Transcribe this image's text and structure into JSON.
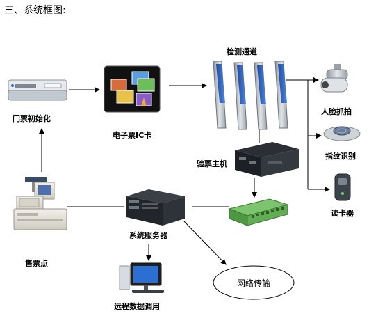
{
  "heading": "三、系统框图:",
  "nodes": {
    "ticket_init": "门票初始化",
    "e_ticket": "电子票IC卡",
    "check_channel": "检测通道",
    "face_capture": "人脸抓拍",
    "fingerprint": "指纹识别",
    "card_reader": "读卡器",
    "verify_host": "验票主机",
    "ticket_office": "售票点",
    "system_server": "系统服务器",
    "network": "网络传输",
    "remote_data": "远程数据调用"
  },
  "colors": {
    "line": "#000000",
    "gate_blue": "#2e5fb8",
    "gate_silver": "#b9bfc6",
    "switch_green": "#58b04a"
  }
}
